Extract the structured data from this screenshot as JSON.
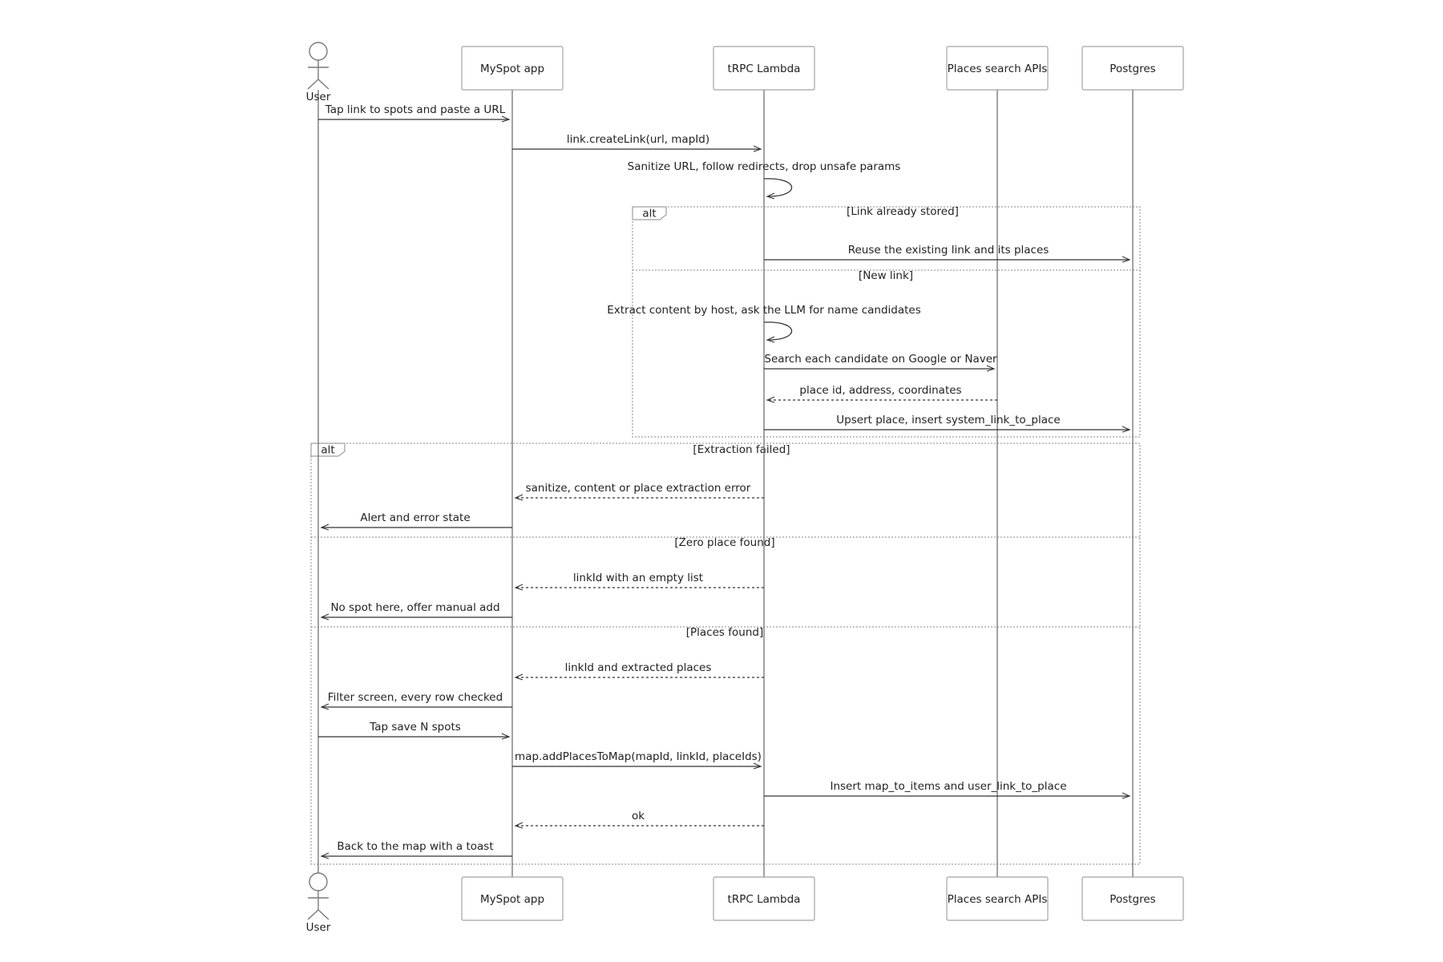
{
  "participants": [
    {
      "id": "user",
      "label": "User",
      "kind": "actor"
    },
    {
      "id": "app",
      "label": "MySpot app",
      "kind": "box"
    },
    {
      "id": "lambda",
      "label": "tRPC Lambda",
      "kind": "box"
    },
    {
      "id": "places",
      "label": "Places search APIs",
      "kind": "box"
    },
    {
      "id": "pg",
      "label": "Postgres",
      "kind": "box"
    }
  ],
  "messages": [
    {
      "from": "user",
      "to": "app",
      "label": "Tap link to spots and paste a URL",
      "style": "solid"
    },
    {
      "from": "app",
      "to": "lambda",
      "label": "link.createLink(url, mapId)",
      "style": "solid"
    },
    {
      "from": "lambda",
      "to": "lambda",
      "label": "Sanitize URL, follow redirects, drop unsafe params",
      "style": "self"
    },
    {
      "from": "lambda",
      "to": "pg",
      "label": "Reuse the existing link and its places",
      "style": "solid"
    },
    {
      "from": "lambda",
      "to": "lambda",
      "label": "Extract content by host, ask the LLM for name candidates",
      "style": "self"
    },
    {
      "from": "lambda",
      "to": "places",
      "label": "Search each candidate on Google or Naver",
      "style": "solid"
    },
    {
      "from": "places",
      "to": "lambda",
      "label": "place id, address, coordinates",
      "style": "dashed"
    },
    {
      "from": "lambda",
      "to": "pg",
      "label": "Upsert place, insert system_link_to_place",
      "style": "solid"
    },
    {
      "from": "lambda",
      "to": "app",
      "label": "sanitize, content or place extraction error",
      "style": "dashed"
    },
    {
      "from": "app",
      "to": "user",
      "label": "Alert and error state",
      "style": "solid"
    },
    {
      "from": "lambda",
      "to": "app",
      "label": "linkId with an empty list",
      "style": "dashed"
    },
    {
      "from": "app",
      "to": "user",
      "label": "No spot here, offer manual add",
      "style": "solid"
    },
    {
      "from": "lambda",
      "to": "app",
      "label": "linkId and extracted places",
      "style": "dashed"
    },
    {
      "from": "app",
      "to": "user",
      "label": "Filter screen, every row checked",
      "style": "solid"
    },
    {
      "from": "user",
      "to": "app",
      "label": "Tap save N spots",
      "style": "solid"
    },
    {
      "from": "app",
      "to": "lambda",
      "label": "map.addPlacesToMap(mapId, linkId, placeIds)",
      "style": "solid"
    },
    {
      "from": "lambda",
      "to": "pg",
      "label": "Insert map_to_items and user_link_to_place",
      "style": "solid"
    },
    {
      "from": "lambda",
      "to": "app",
      "label": "ok",
      "style": "dashed"
    },
    {
      "from": "app",
      "to": "user",
      "label": "Back to the map with a toast",
      "style": "solid"
    }
  ],
  "frames": [
    {
      "keyword": "alt",
      "sections": [
        "[Link already stored]",
        "[New link]"
      ]
    },
    {
      "keyword": "alt",
      "sections": [
        "[Extraction failed]",
        "[Zero place found]",
        "[Places found]"
      ]
    }
  ]
}
